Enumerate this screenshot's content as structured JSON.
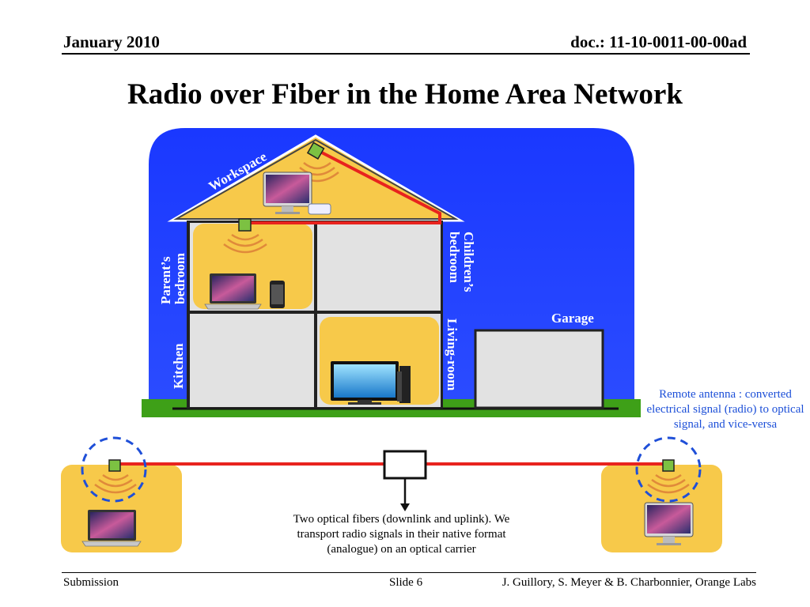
{
  "header": {
    "date": "January 2010",
    "doc": "doc.: 11-10-0011-00-00ad"
  },
  "title": "Radio over Fiber in the Home Area Network",
  "rooms": {
    "workspace": "Workspace",
    "parents_bedroom_1": "Parent’s",
    "parents_bedroom_2": "bedroom",
    "childrens_bedroom_1": "Children’s",
    "childrens_bedroom_2": "bedroom",
    "kitchen": "Kitchen",
    "living_room": "Living-room",
    "garage": "Garage"
  },
  "captions": {
    "remote_antenna": "Remote antenna : converted electrical signal (radio) to optical signal, and vice-versa",
    "fiber": "Two optical fibers (downlink and uplink). We transport radio signals in their native format (analogue) on an optical carrier"
  },
  "footer": {
    "left": "Submission",
    "slide": "Slide 6",
    "authors": "J. Guillory, S. Meyer & B. Charbonnier, Orange Labs"
  },
  "colors": {
    "sky": "#1f3fff",
    "room_highlight": "#f7c94a",
    "room_gray": "#e2e2e2",
    "grass": "#3ea018",
    "fiber": "#e8231e",
    "antenna": "#7cc142",
    "caption_blue": "#1c4fd8"
  }
}
